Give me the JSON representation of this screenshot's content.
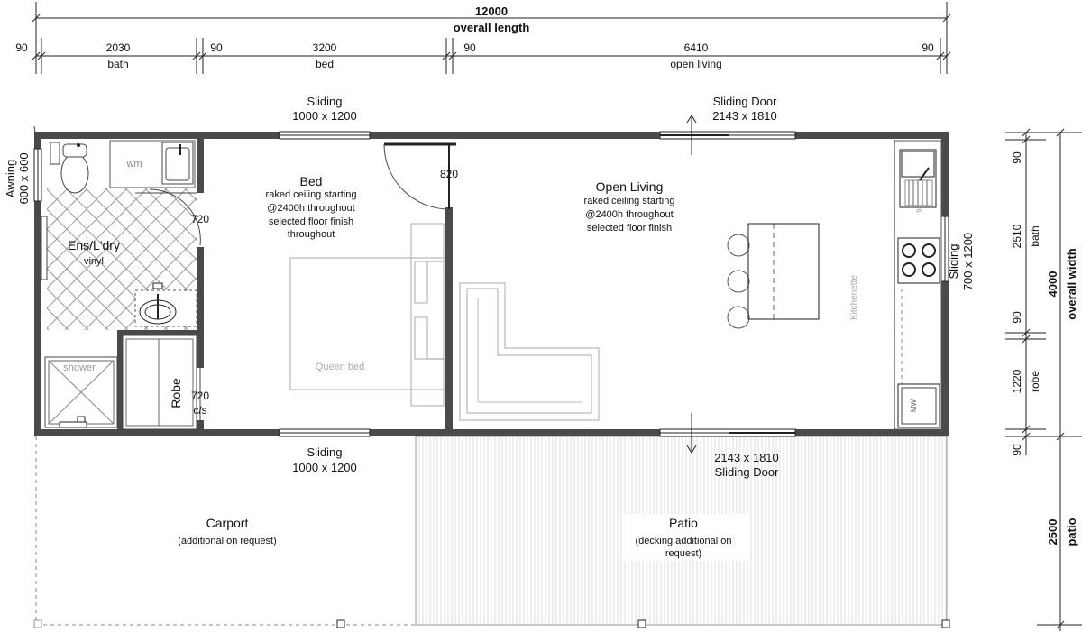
{
  "dimensions": {
    "overall_length": {
      "value": "12000",
      "label": "overall length"
    },
    "segments": [
      {
        "value": "90",
        "label": ""
      },
      {
        "value": "2030",
        "label": "bath"
      },
      {
        "value": "90",
        "label": ""
      },
      {
        "value": "3200",
        "label": "bed"
      },
      {
        "value": "90",
        "label": ""
      },
      {
        "value": "6410",
        "label": "open living"
      },
      {
        "value": "90",
        "label": ""
      }
    ],
    "overall_width": {
      "value": "4000",
      "label": "overall width"
    },
    "side_segments": [
      {
        "value": "90",
        "label": ""
      },
      {
        "value": "2510",
        "label": "bath"
      },
      {
        "value": "90",
        "label": ""
      },
      {
        "value": "1220",
        "label": "robe"
      },
      {
        "value": "90",
        "label": ""
      }
    ],
    "patio_depth": {
      "value": "2500",
      "label": "patio"
    }
  },
  "windows": {
    "awning": {
      "title": "Awning",
      "size": "600 x 600"
    },
    "sliding_top": {
      "title": "Sliding",
      "size": "1000 x 1200"
    },
    "sliding_bottom": {
      "title": "Sliding",
      "size": "1000 x 1200"
    },
    "sliding_right": {
      "title": "Sliding",
      "size": "700 x 1200"
    },
    "sliding_door_top": {
      "title": "Sliding Door",
      "size": "2143 x 1810"
    },
    "sliding_door_bottom": {
      "title": "Sliding Door",
      "size": "2143 x 1810"
    }
  },
  "rooms": {
    "ensuite": {
      "name": "Ens/L'dry",
      "note": "vinyl"
    },
    "bed": {
      "name": "Bed",
      "notes": [
        "raked ceiling starting",
        "@2400h throughout",
        "selected floor finish",
        "throughout"
      ]
    },
    "living": {
      "name": "Open Living",
      "notes": [
        "raked ceiling starting",
        "@2400h throughout",
        "selected floor finish"
      ]
    },
    "robe": {
      "name": "Robe"
    },
    "carport": {
      "name": "Carport",
      "note": "(additional on request)"
    },
    "patio": {
      "name": "Patio",
      "notes": [
        "(decking additional on",
        "request)"
      ]
    }
  },
  "fixtures": {
    "wm": "wm",
    "shower": "shower",
    "queen_bed": "Queen bed",
    "kitchenette": "Kitchenette",
    "door_820": "820",
    "door_720_a": "720",
    "door_720_b": "720",
    "door_cs": "c/s",
    "fridge": "fr",
    "microwave": "MW"
  },
  "colors": {
    "wall": "#4a4a4a",
    "line": "#222222",
    "faint": "#9a9a9a"
  }
}
